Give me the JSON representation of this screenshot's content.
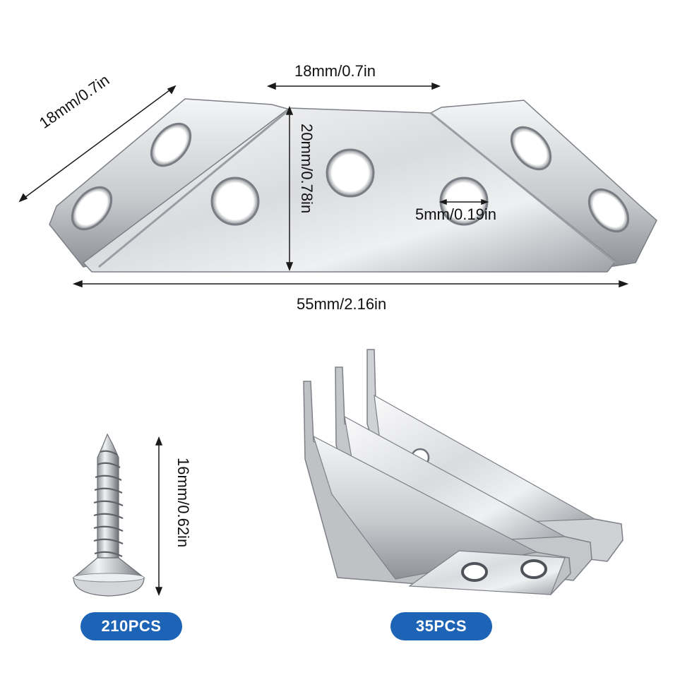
{
  "colors": {
    "background": "#ffffff",
    "badge": "#1d64b6",
    "metal_light": "#f2f2f4",
    "metal_mid": "#c3c5c9",
    "metal_dark": "#7d8087",
    "dimension_line": "#1a1a1a"
  },
  "dimensions": {
    "top_width": "18mm/0.7in",
    "side_length": "18mm/0.7in",
    "height": "20mm/0.78in",
    "hole_diameter": "5mm/0.19in",
    "total_length": "55mm/2.16in",
    "screw_length": "16mm/0.62in"
  },
  "badges": {
    "screws": "210PCS",
    "brackets": "35PCS"
  }
}
